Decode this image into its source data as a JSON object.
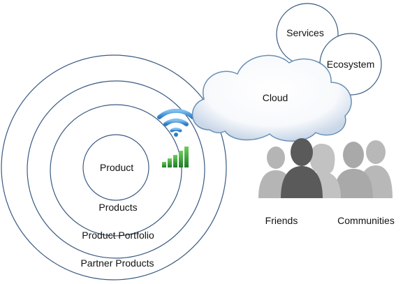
{
  "diagram": {
    "rings": {
      "product": "Product",
      "products": "Products",
      "portfolio": "Product Portfolio",
      "partner": "Partner Products"
    },
    "cloud": {
      "label": "Cloud",
      "services": "Services",
      "ecosystem": "Ecosystem"
    },
    "people": {
      "friends": "Friends",
      "communities": "Communities"
    },
    "icons": [
      "wifi-icon",
      "signal-bars-icon",
      "people-silhouettes-icon"
    ],
    "colors": {
      "ring_stroke": "#3a5a82",
      "cloud_edge": "#6a8fb5",
      "wifi": "#3d8bd8",
      "signal": "#2e9a3b",
      "people_dark": "#5a5a5a",
      "people_light": "#b5b5b5"
    }
  }
}
